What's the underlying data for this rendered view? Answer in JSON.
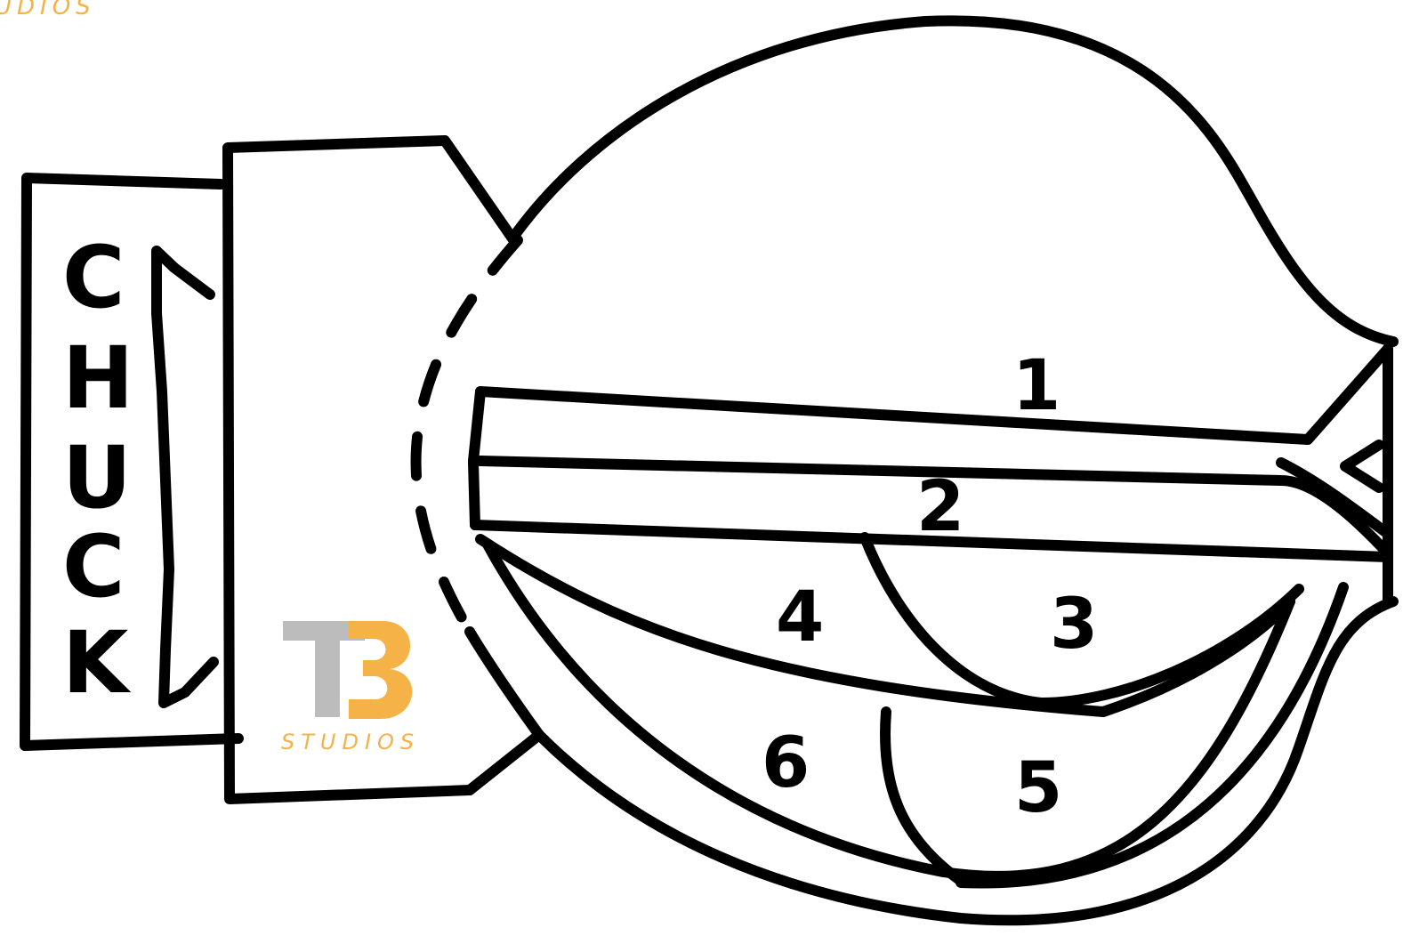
{
  "colors": {
    "ink": "#000000",
    "background": "#ffffff",
    "brand_orange": "#f4b247",
    "brand_gray": "#bcbcbc"
  },
  "corner_text": "UDIOS",
  "chuck_label": [
    "C",
    "H",
    "U",
    "C",
    "K"
  ],
  "section_numbers": {
    "n1": "1",
    "n2": "2",
    "n3": "3",
    "n4": "4",
    "n5": "5",
    "n6": "6"
  },
  "logo": {
    "wordmark": "TB",
    "subtitle": "STUDIOS"
  }
}
